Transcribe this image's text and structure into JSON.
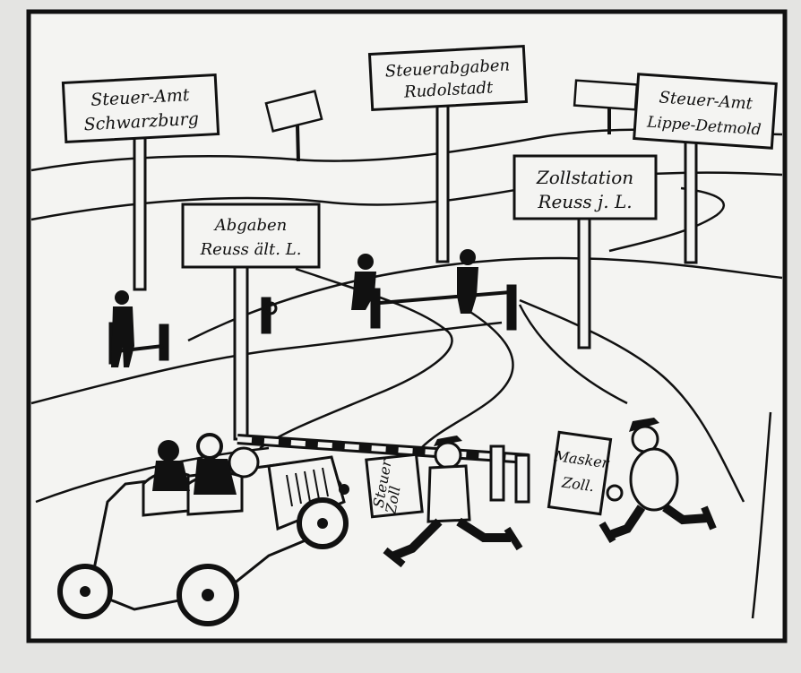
{
  "signs": {
    "schwarzburg": {
      "line1": "Steuer-Amt",
      "line2": "Schwarzburg"
    },
    "rudolstadt": {
      "line1": "Steuerabgaben",
      "line2": "Rudolstadt"
    },
    "lippe": {
      "line1": "Steuer-Amt",
      "line2": "Lippe-Detmold"
    },
    "zollstation": {
      "line1": "Zollstation",
      "line2": "Reuss j. L."
    },
    "abgaben": {
      "line1": "Abgaben",
      "line2": "Reuss ält. L."
    }
  },
  "placards": {
    "steuer": {
      "line1": "Steuer",
      "line2": "Zoll"
    },
    "maske": {
      "line1": "Masker",
      "line2": "Zoll."
    }
  },
  "colors": {
    "ink": "#111111",
    "paper": "#f4f4f2",
    "border": "#1a1a1a"
  }
}
